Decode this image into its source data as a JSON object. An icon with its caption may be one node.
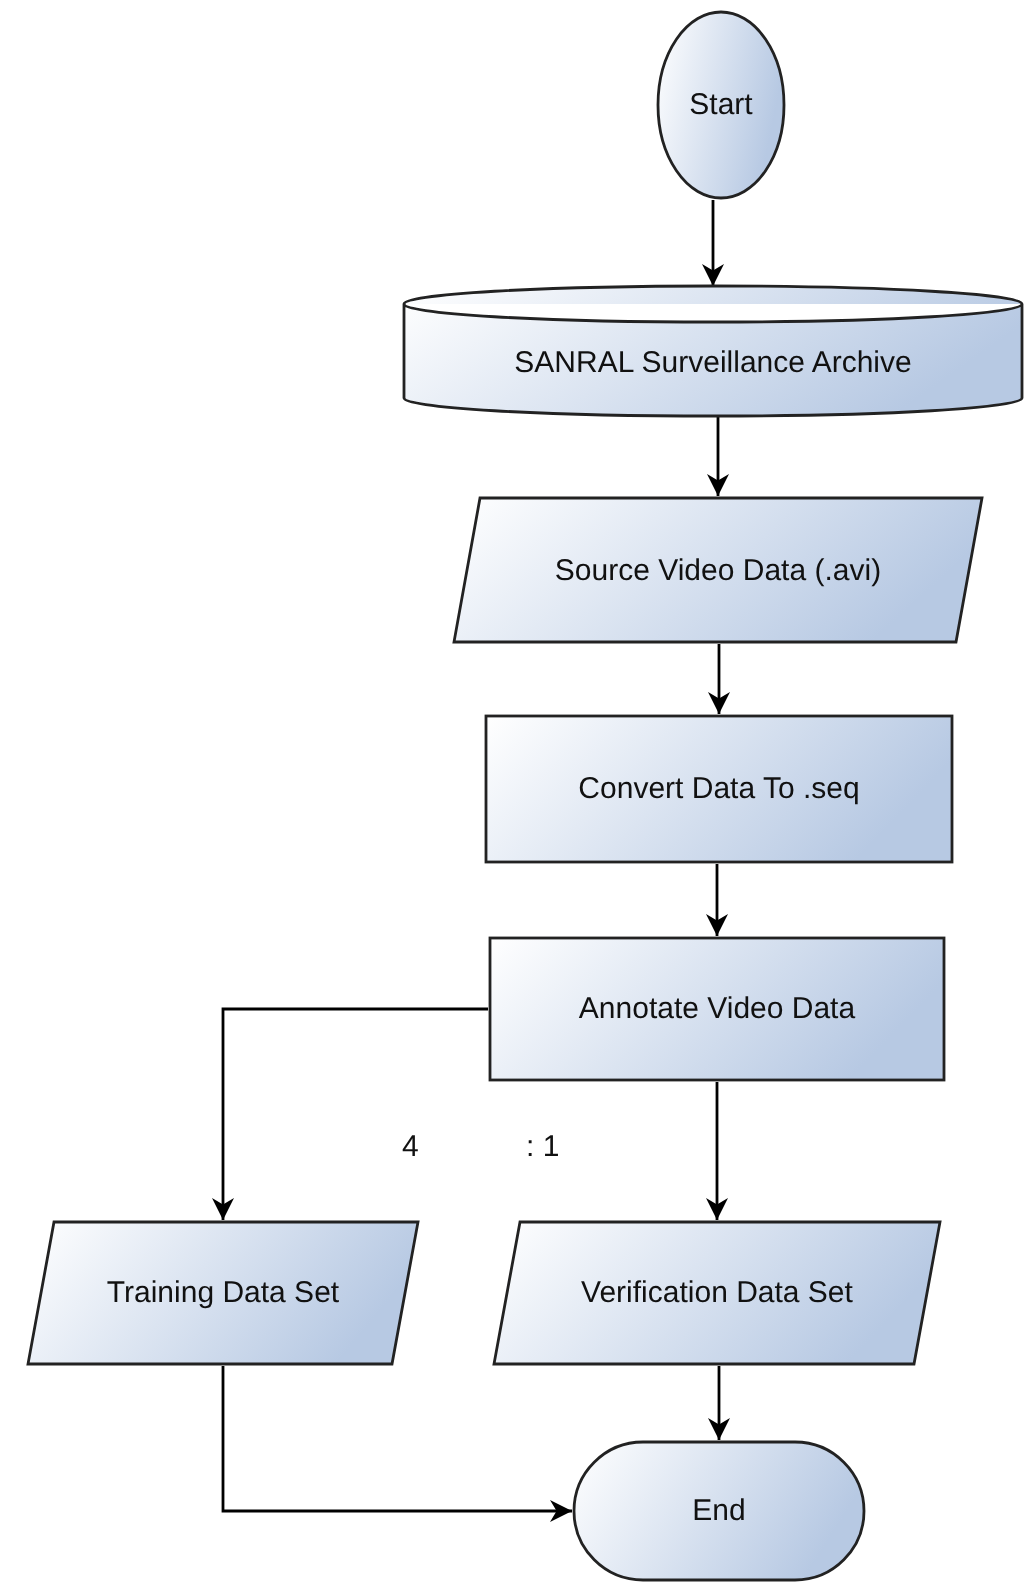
{
  "diagram": {
    "nodes": [
      {
        "text": [
          "Start"
        ]
      },
      {
        "text": [
          "SANRAL Surveillance Archive"
        ]
      },
      {
        "text": [
          "Source Video Data (.avi)"
        ]
      },
      {
        "text": [
          "Convert Data To .seq"
        ]
      },
      {
        "text": [
          "Annotate Video Data"
        ]
      },
      {
        "text": [
          "Training Data Set"
        ]
      },
      {
        "text": [
          "Verification Data Set"
        ]
      },
      {
        "text": [
          "End"
        ]
      }
    ],
    "edges": [
      {
        "from": 0,
        "to": 1,
        "arrow": "to"
      },
      {
        "from": 1,
        "to": 2,
        "arrow": "to"
      },
      {
        "from": 2,
        "to": 3,
        "arrow": "to"
      },
      {
        "from": 3,
        "to": 4,
        "arrow": "to"
      },
      {
        "from": 4,
        "to": 5,
        "arrow": "to"
      },
      {
        "from": 4,
        "to": 6,
        "arrow": "to"
      },
      {
        "from": 5,
        "to": 7,
        "arrow": "to"
      },
      {
        "from": 6,
        "to": 7,
        "arrow": "to"
      }
    ],
    "labels": [
      "4",
      ": 1"
    ]
  }
}
